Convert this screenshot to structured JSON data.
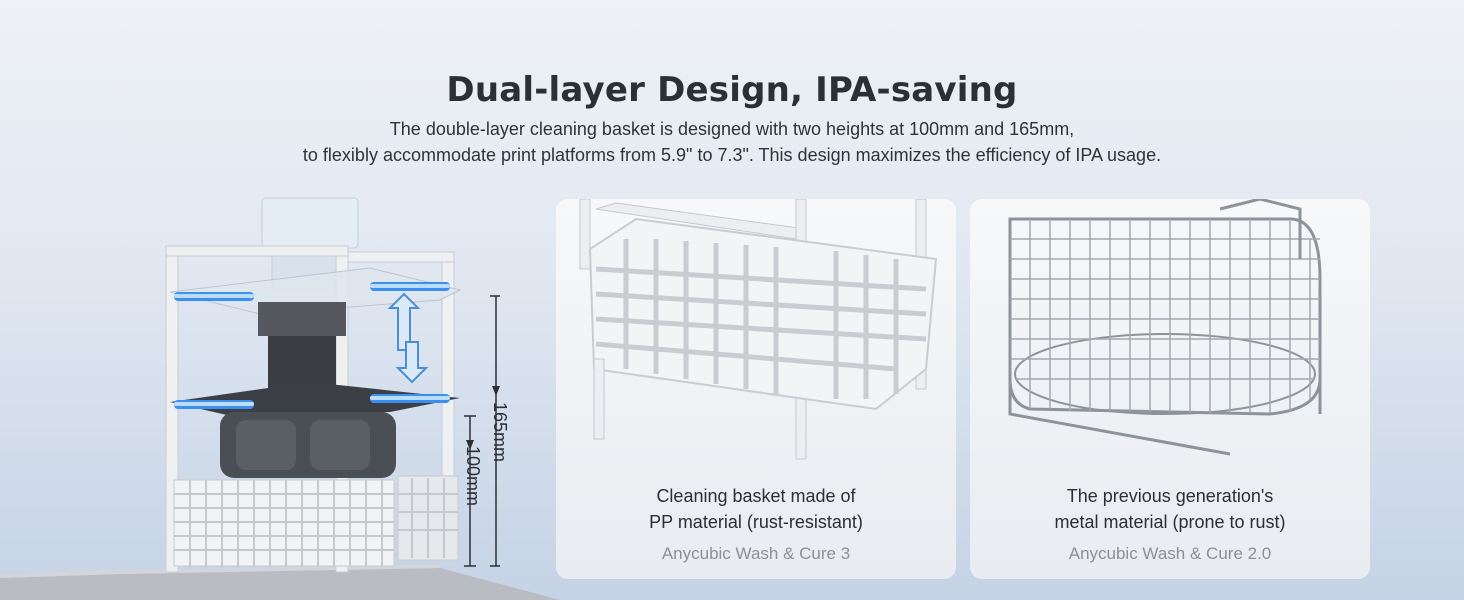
{
  "header": {
    "title": "Dual-layer Design, IPA-saving",
    "line1": "The double-layer cleaning basket is designed with two heights at 100mm and 165mm,",
    "line2": "to flexibly accommodate print platforms from 5.9\" to 7.3\". This design maximizes the efficiency of IPA usage."
  },
  "dimensions": {
    "tall": "165mm",
    "short": "100mm"
  },
  "cards": [
    {
      "caption_line1": "Cleaning basket made of",
      "caption_line2": "PP material (rust-resistant)",
      "model": "Anycubic Wash & Cure 3"
    },
    {
      "caption_line1": "The previous generation's",
      "caption_line2": "metal material (prone to rust)",
      "model": "Anycubic Wash & Cure 2.0"
    }
  ],
  "colors": {
    "text_dark": "#2b2f36",
    "text_muted": "#8b9097",
    "uv_blue": "#3a8ff0"
  }
}
